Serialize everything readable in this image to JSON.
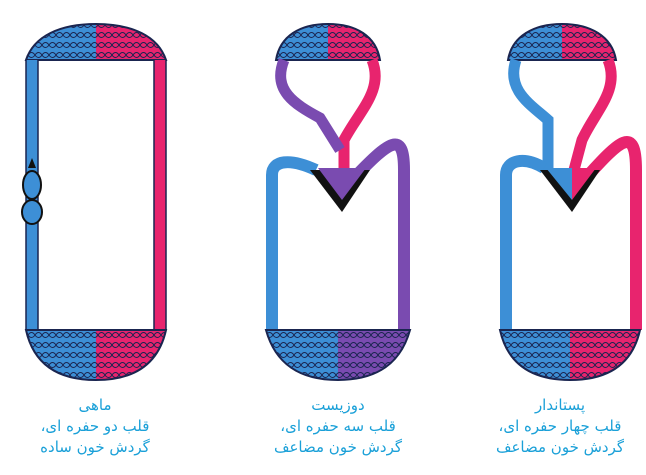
{
  "colors": {
    "oxygenated": "#e8246e",
    "deoxygenated": "#3d8fd6",
    "mixed": "#7a4bb0",
    "outline": "#1a2550",
    "heart_dark": "#111111",
    "caption": "#1aa0d8"
  },
  "panels": [
    {
      "key": "fish",
      "title": "ماهی",
      "heart": "قلب دو حفره ای،",
      "circulation": "گردش خون ساده"
    },
    {
      "key": "amphibian",
      "title": "دوزیست",
      "heart": "قلب سه حفره ای،",
      "circulation": "گردش خون مضاعف"
    },
    {
      "key": "mammal",
      "title": "پستاندار",
      "heart": "قلب چهار حفره ای،",
      "circulation": "گردش خون مضاعف"
    }
  ]
}
